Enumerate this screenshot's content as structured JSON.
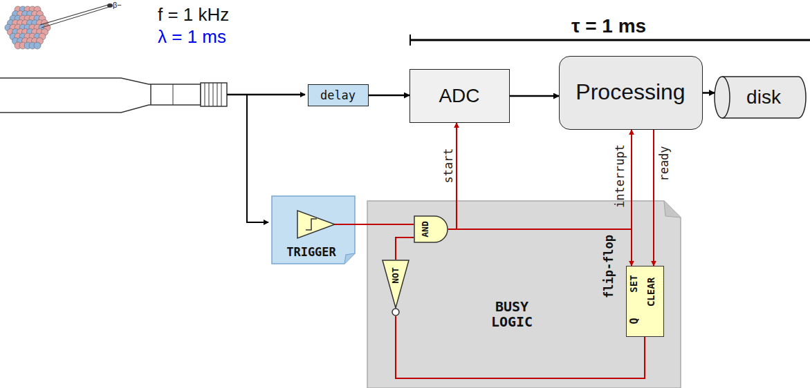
{
  "diagram": {
    "nodes": [
      {
        "text": [
          "delay"
        ]
      },
      {
        "text": [
          "ADC"
        ]
      },
      {
        "text": [
          "Processing"
        ]
      },
      {
        "text": [
          "disk"
        ]
      },
      {
        "text": [
          "TRIGGER"
        ]
      },
      {
        "text": [
          "BUSY LOGIC"
        ]
      },
      {
        "text": [
          "AND"
        ],
        "in": 5
      },
      {
        "text": [
          "NOT"
        ],
        "in": 5
      },
      {
        "text": [
          "flip-flop",
          "SET",
          "CLEAR",
          "Q"
        ],
        "in": 5
      }
    ],
    "edges": [
      {
        "from": 0,
        "to": 1,
        "arrow": "to"
      },
      {
        "from": 1,
        "to": 2,
        "arrow": "to"
      },
      {
        "from": 2,
        "to": 3,
        "arrow": "to"
      },
      {
        "from": 4,
        "to": 6,
        "arrow": "none"
      },
      {
        "from": 6,
        "to": 1,
        "label": "start",
        "arrow": "to"
      },
      {
        "from": 6,
        "to": 2,
        "label": "interrupt",
        "arrow": "to"
      },
      {
        "from": 6,
        "to": 8,
        "arrow": "to"
      },
      {
        "from": 2,
        "to": 8,
        "label": "ready",
        "arrow": "to"
      },
      {
        "from": 8,
        "to": 7,
        "arrow": "none"
      },
      {
        "from": 7,
        "to": 6,
        "arrow": "none"
      }
    ],
    "labels": [
      "f = 1 kHz",
      "λ = 1 ms",
      "τ = 1 ms",
      "β−"
    ]
  }
}
